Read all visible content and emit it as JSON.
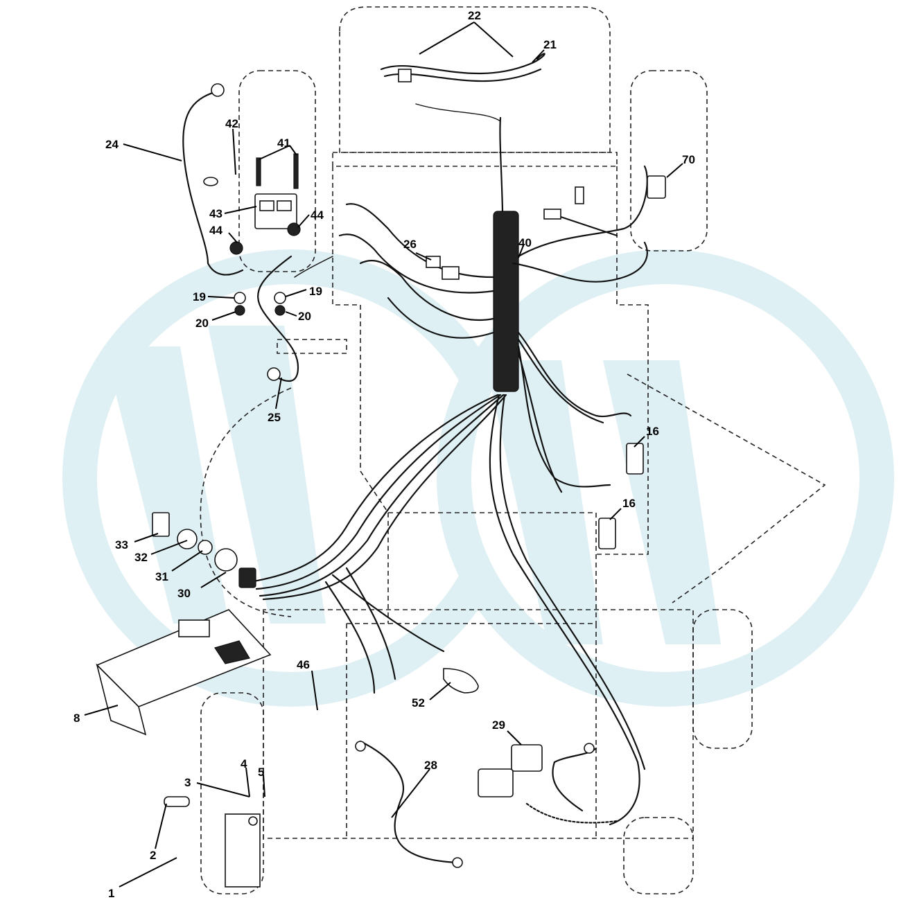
{
  "callouts": [
    {
      "id": "c1",
      "label": "1"
    },
    {
      "id": "c2",
      "label": "2"
    },
    {
      "id": "c3",
      "label": "3"
    },
    {
      "id": "c4",
      "label": "4"
    },
    {
      "id": "c5",
      "label": "5"
    },
    {
      "id": "c8",
      "label": "8"
    },
    {
      "id": "c16a",
      "label": "16"
    },
    {
      "id": "c16b",
      "label": "16"
    },
    {
      "id": "c19a",
      "label": "19"
    },
    {
      "id": "c19b",
      "label": "19"
    },
    {
      "id": "c20a",
      "label": "20"
    },
    {
      "id": "c20b",
      "label": "20"
    },
    {
      "id": "c21",
      "label": "21"
    },
    {
      "id": "c22",
      "label": "22"
    },
    {
      "id": "c24",
      "label": "24"
    },
    {
      "id": "c25",
      "label": "25"
    },
    {
      "id": "c26",
      "label": "26"
    },
    {
      "id": "c28",
      "label": "28"
    },
    {
      "id": "c29",
      "label": "29"
    },
    {
      "id": "c30",
      "label": "30"
    },
    {
      "id": "c31",
      "label": "31"
    },
    {
      "id": "c32",
      "label": "32"
    },
    {
      "id": "c33",
      "label": "33"
    },
    {
      "id": "c40",
      "label": "40"
    },
    {
      "id": "c41",
      "label": "41"
    },
    {
      "id": "c42",
      "label": "42"
    },
    {
      "id": "c43",
      "label": "43"
    },
    {
      "id": "c44a",
      "label": "44"
    },
    {
      "id": "c44b",
      "label": "44"
    },
    {
      "id": "c46",
      "label": "46"
    },
    {
      "id": "c52",
      "label": "52"
    },
    {
      "id": "c70",
      "label": "70"
    }
  ],
  "colors": {
    "ink": "#111111",
    "watermark": "#dff0f4",
    "background": "#ffffff"
  }
}
